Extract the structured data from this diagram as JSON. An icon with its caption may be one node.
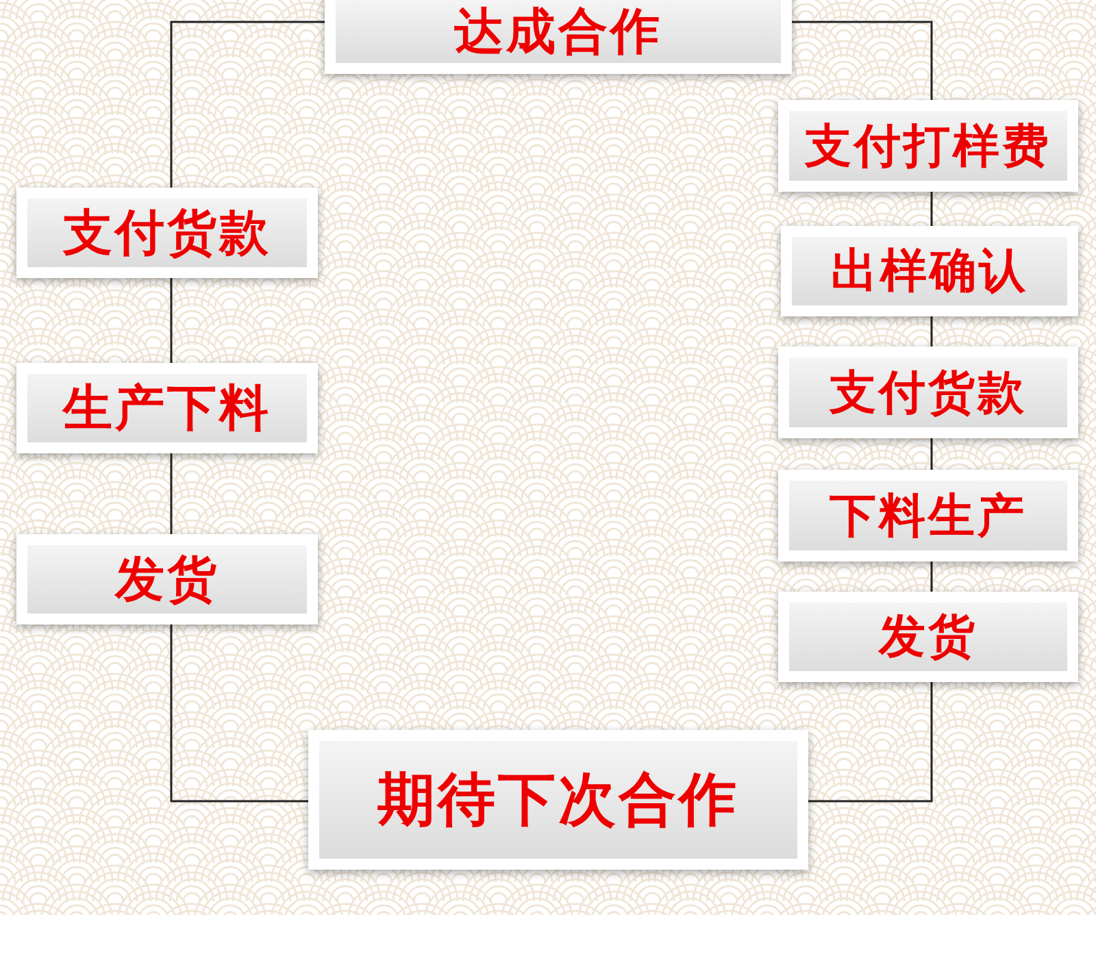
{
  "diagram": {
    "nodes": [
      {
        "text": [
          "达成合作"
        ]
      },
      {
        "text": [
          "支付货款"
        ]
      },
      {
        "text": [
          "生产下料"
        ]
      },
      {
        "text": [
          "发货"
        ]
      },
      {
        "text": [
          "支付打样费"
        ]
      },
      {
        "text": [
          "出样确认"
        ]
      },
      {
        "text": [
          "支付货款"
        ]
      },
      {
        "text": [
          "下料生产"
        ]
      },
      {
        "text": [
          "发货"
        ]
      },
      {
        "text": [
          "期待下次合作"
        ]
      }
    ],
    "edges": [
      {
        "from": 0,
        "to": 1,
        "arrow": "none"
      },
      {
        "from": 1,
        "to": 2,
        "arrow": "none"
      },
      {
        "from": 2,
        "to": 3,
        "arrow": "none"
      },
      {
        "from": 3,
        "to": 9,
        "arrow": "none"
      },
      {
        "from": 0,
        "to": 4,
        "arrow": "none"
      },
      {
        "from": 4,
        "to": 5,
        "arrow": "none"
      },
      {
        "from": 5,
        "to": 6,
        "arrow": "none"
      },
      {
        "from": 6,
        "to": 7,
        "arrow": "none"
      },
      {
        "from": 7,
        "to": 8,
        "arrow": "none"
      },
      {
        "from": 8,
        "to": 9,
        "arrow": "none"
      }
    ]
  }
}
